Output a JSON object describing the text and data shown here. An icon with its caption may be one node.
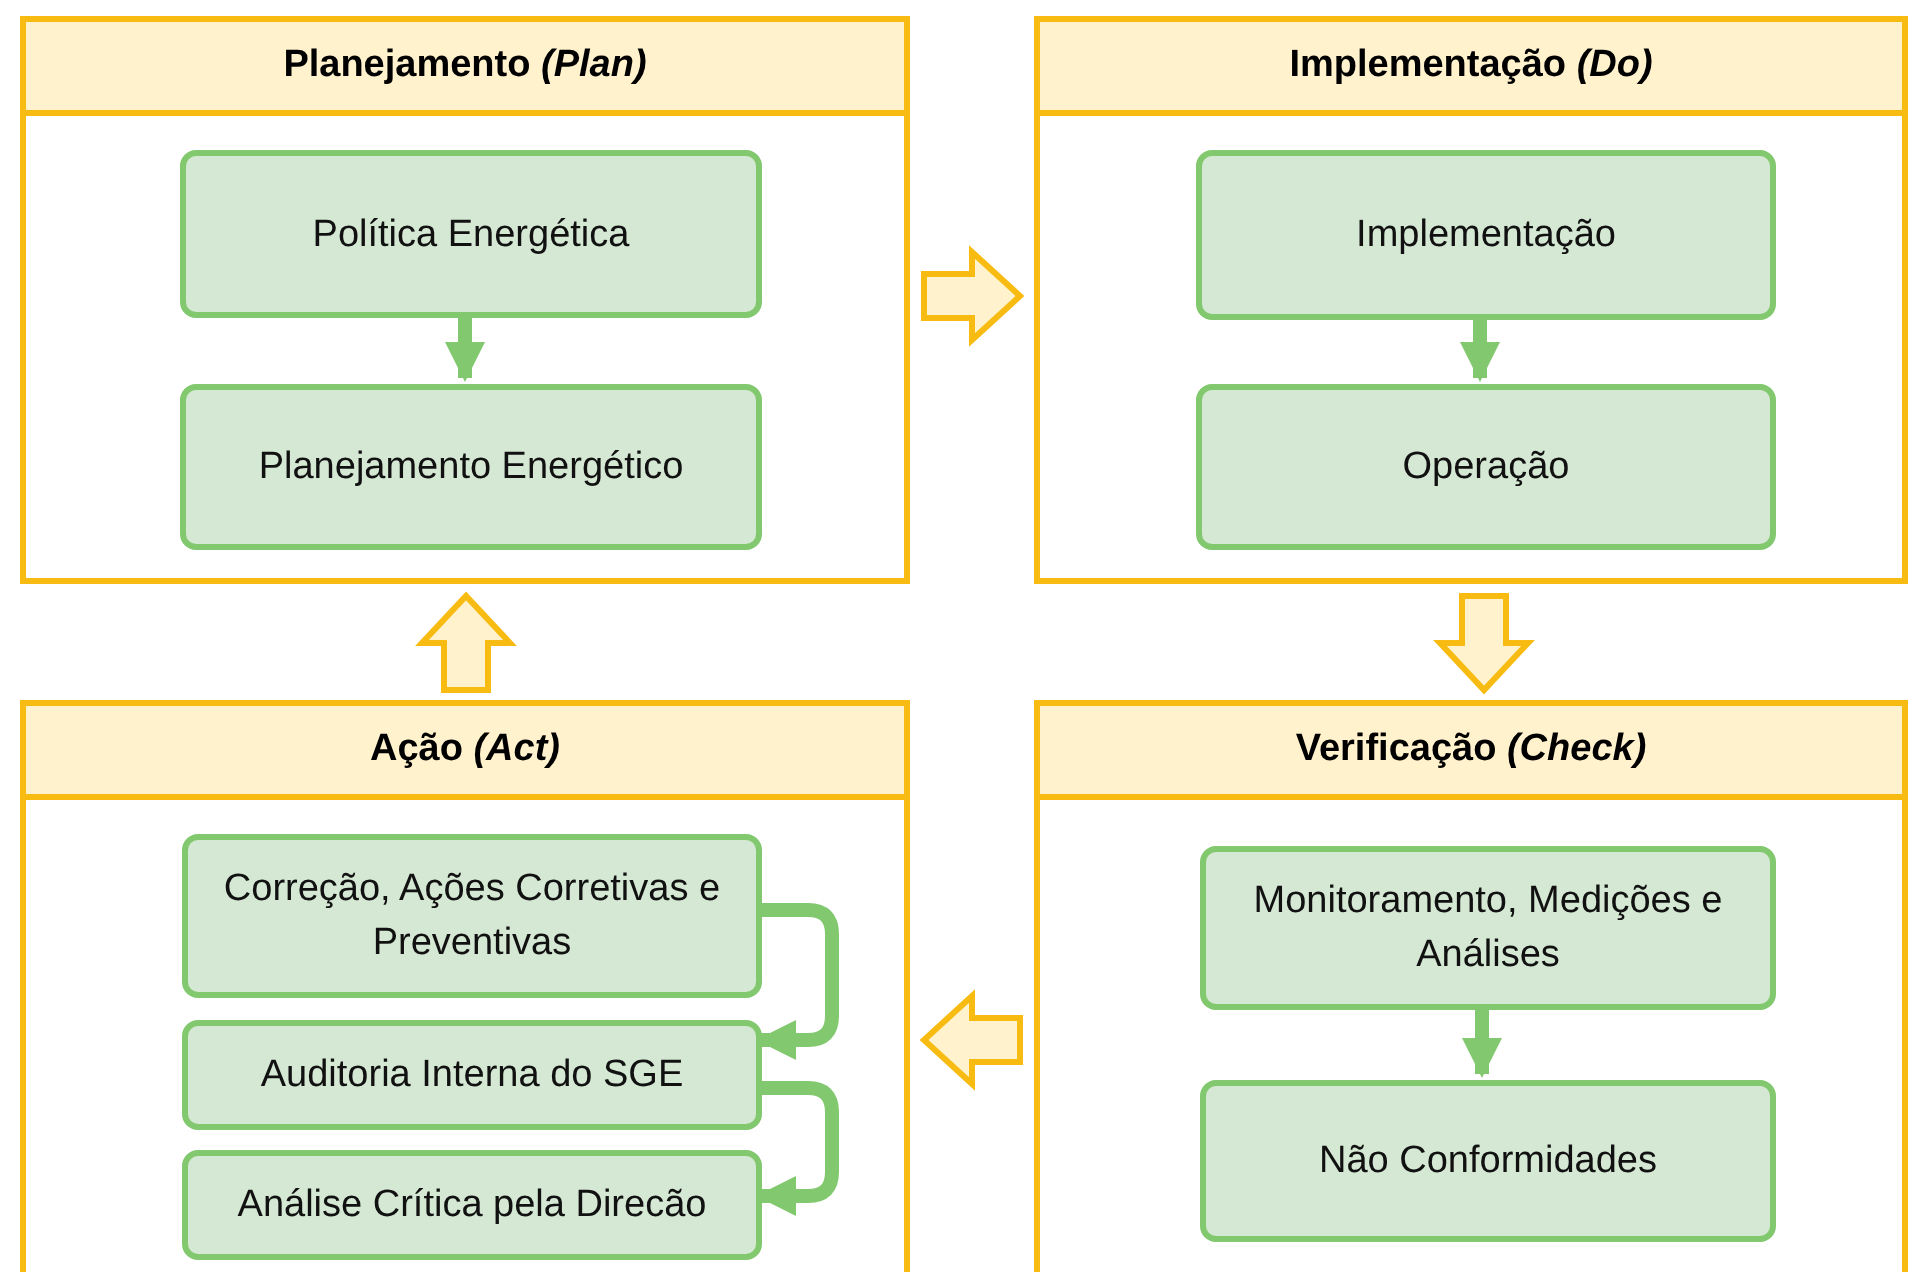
{
  "diagram": {
    "nodes": [
      {
        "text": [
          "Planejamento *(Plan)*"
        ]
      },
      {
        "text": [
          "Política Energética"
        ],
        "in": 0
      },
      {
        "text": [
          "Planejamento Energético"
        ],
        "in": 0
      },
      {
        "text": [
          "Implementação *(Do)*"
        ]
      },
      {
        "text": [
          "Implementação"
        ],
        "in": 3
      },
      {
        "text": [
          "Operação"
        ],
        "in": 3
      },
      {
        "text": [
          "Verificação *(Check)*"
        ]
      },
      {
        "text": [
          "Monitoramento, Medições e Análises"
        ],
        "in": 6
      },
      {
        "text": [
          "Não Conformidades"
        ],
        "in": 6
      },
      {
        "text": [
          "Ação *(Act)*"
        ]
      },
      {
        "text": [
          "Correção, Ações Corretivas e Preventivas"
        ],
        "in": 9
      },
      {
        "text": [
          "Auditoria Interna do SGE"
        ],
        "in": 9
      },
      {
        "text": [
          "Análise Crítica pela Direcão"
        ],
        "in": 9
      }
    ],
    "edges": [
      {
        "from": 1,
        "to": 2,
        "arrow": "to"
      },
      {
        "from": 4,
        "to": 5,
        "arrow": "to"
      },
      {
        "from": 7,
        "to": 8,
        "arrow": "to"
      },
      {
        "from": 10,
        "to": 11,
        "arrow": "to"
      },
      {
        "from": 11,
        "to": 12,
        "arrow": "to"
      },
      {
        "from": 0,
        "to": 3,
        "arrow": "to",
        "style": "thick"
      },
      {
        "from": 3,
        "to": 6,
        "arrow": "to",
        "style": "thick"
      },
      {
        "from": 6,
        "to": 9,
        "arrow": "to",
        "style": "thick"
      },
      {
        "from": 9,
        "to": 0,
        "arrow": "to",
        "style": "thick"
      }
    ]
  }
}
